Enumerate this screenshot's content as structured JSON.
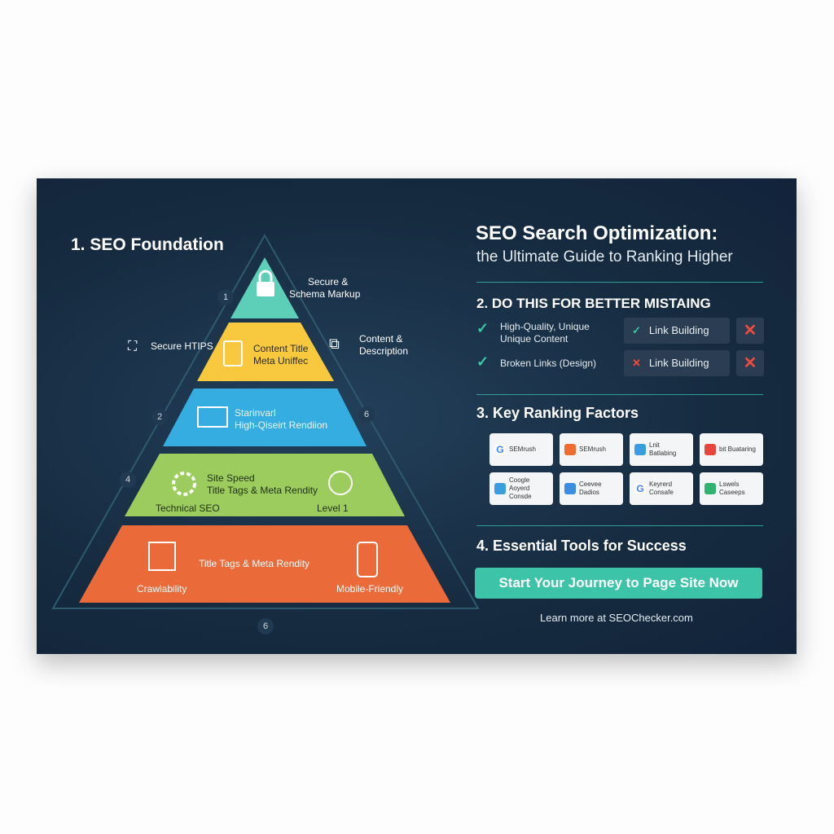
{
  "colors": {
    "panel": "#162b40",
    "teal": "#5dcfb8",
    "yellow": "#f8c93e",
    "blue": "#35ade0",
    "green": "#9ccc5e",
    "orange": "#ea6a3a",
    "accent": "#3cc3a8",
    "cross": "#ef4b3f"
  },
  "left": {
    "title": "1. SEO Foundation",
    "numbers": [
      "1",
      "2",
      "6",
      "4",
      "6"
    ],
    "tiers": [
      {
        "icon": "lock-icon",
        "lines": []
      },
      {
        "icon": "document-icon",
        "lines": [
          "Content Title",
          "Meta Uniffec"
        ]
      },
      {
        "icon": "book-icon",
        "lines": [
          "Starinvarl",
          "High-Qiseirt Rendiion"
        ]
      },
      {
        "icon": "gear-icon",
        "lines": [
          "Site Speed",
          "Title Tags & Meta Rendity"
        ],
        "left_label": "Technical SEO",
        "right_label": "Level 1",
        "right_icon": "brain-icon"
      },
      {
        "icon": "server-icon",
        "lines": [
          "Title Tags & Meta Rendity"
        ],
        "left_label": "Crawlability",
        "right_label": "Mobile-Friendly",
        "right_icon": "smartphone-icon"
      }
    ],
    "side_labels": {
      "top_right": [
        "Secure &",
        "Schema Markup"
      ],
      "mid_left": "Secure HTIPS",
      "mid_right": [
        "Content &",
        "Description"
      ]
    }
  },
  "right": {
    "title": "SEO Search Optimization:",
    "subtitle": "the Ultimate Guide to Ranking Higher",
    "section2": {
      "title": "2. DO THIS FOR BETTER MISTAING",
      "items": [
        {
          "status": "check",
          "label": [
            "High-Quality, Unique",
            "Unique Content"
          ]
        },
        {
          "status": "check",
          "label": [
            "Broken Links (Design)"
          ]
        }
      ],
      "pills": [
        {
          "status": "check",
          "label": "Link Building"
        },
        {
          "status": "cross",
          "label": "Link Building"
        }
      ]
    },
    "section3": {
      "title": "3. Key Ranking Factors",
      "tools": [
        {
          "label": "SEMrush",
          "icon": "google-icon",
          "color": "#ffffff"
        },
        {
          "label": "SEMrush",
          "icon": "semrush-icon",
          "color": "#ef6b2e"
        },
        {
          "label": "Lnit Batlabing",
          "icon": "link-icon",
          "color": "#3a9de0"
        },
        {
          "label": "bit Buataring",
          "icon": "badge-icon",
          "color": "#e8453c"
        },
        {
          "label": "Coogle Aoyerd Consde",
          "icon": "console-icon",
          "color": "#3a9de0"
        },
        {
          "label": "Ceevee Dadios",
          "icon": "chart-icon",
          "color": "#3a8de0"
        },
        {
          "label": "Keyrerd Consafe",
          "icon": "google-icon",
          "color": "#ffffff"
        },
        {
          "label": "Lswels Caseeps",
          "icon": "shield-icon",
          "color": "#2fb36e"
        }
      ]
    },
    "section4": {
      "title": "4. Essential Tools for Success"
    },
    "cta": "Start Your Journey to Page Site Now",
    "footer": "Learn more at SEOChecker.com"
  }
}
